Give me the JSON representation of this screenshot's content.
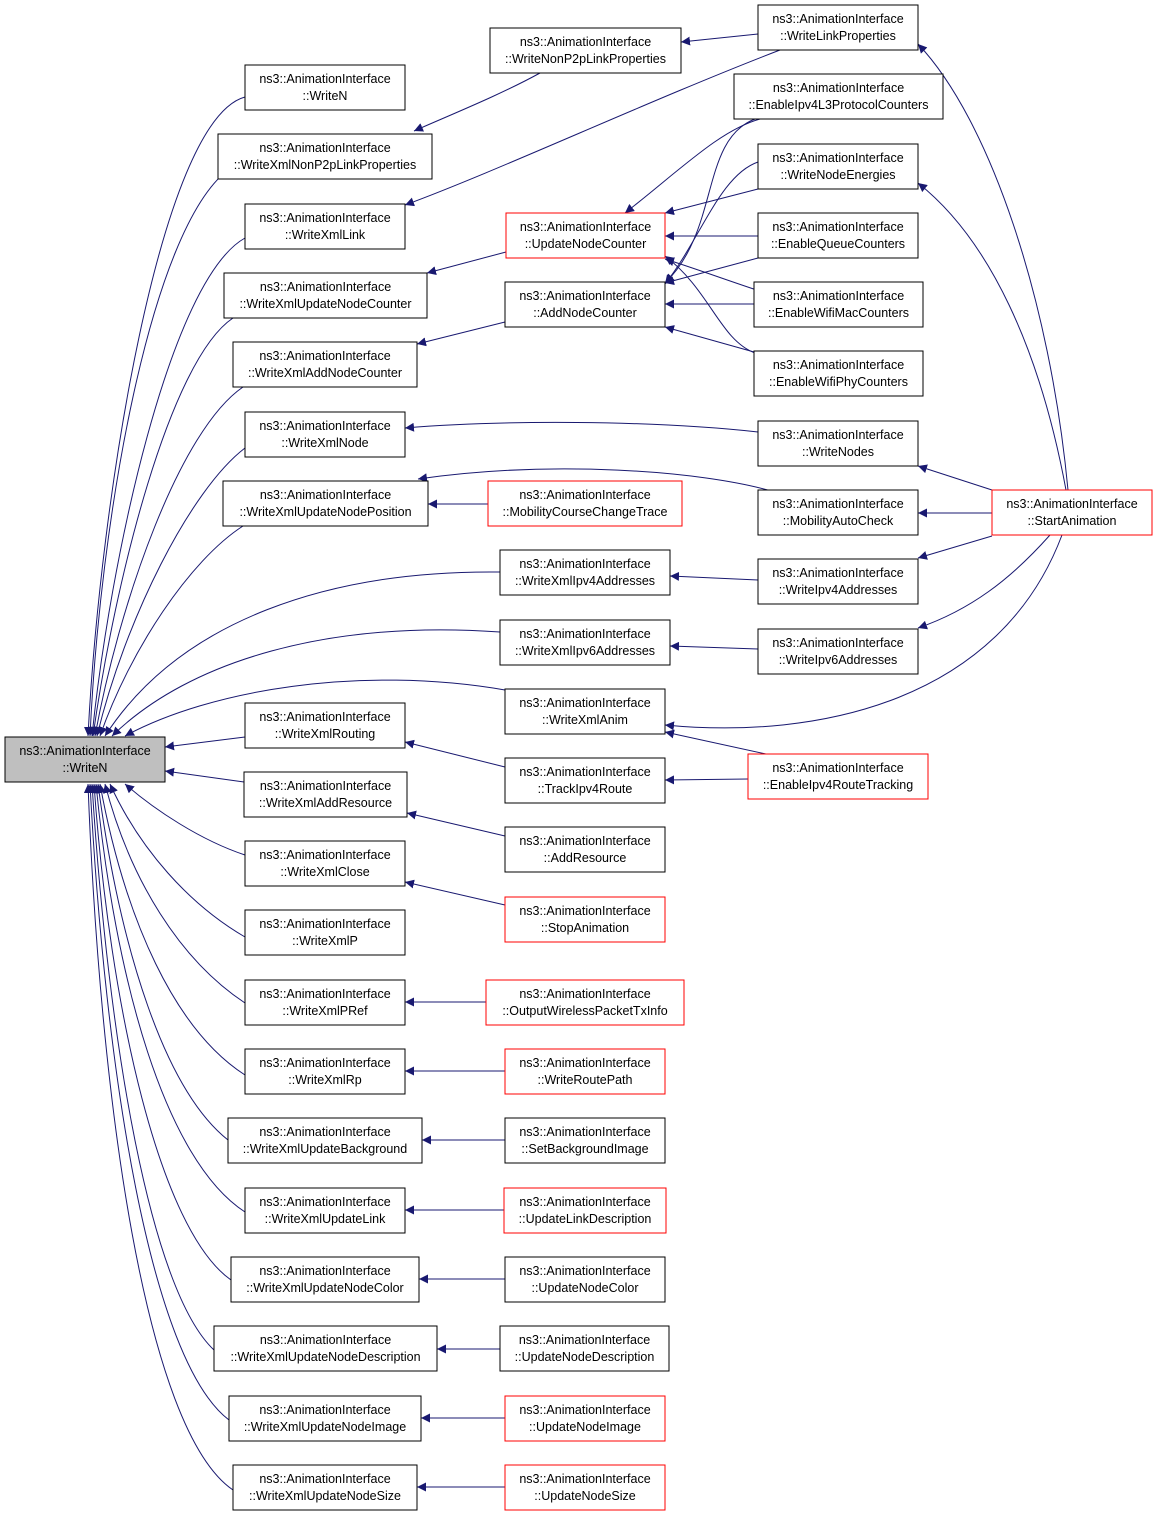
{
  "graph": {
    "root": "ns3::AnimationInterface\n::WriteN",
    "nodes": {
      "WriteN": {
        "label": "ns3::AnimationInterface\n::WriteN",
        "style": "root"
      },
      "WriteN2": {
        "label": "ns3::AnimationInterface\n::WriteN",
        "style": "normal"
      },
      "WriteXmlNonP2pLinkProperties": {
        "label": "ns3::AnimationInterface\n::WriteXmlNonP2pLinkProperties",
        "style": "normal"
      },
      "WriteXmlLink": {
        "label": "ns3::AnimationInterface\n::WriteXmlLink",
        "style": "normal"
      },
      "WriteXmlUpdateNodeCounter": {
        "label": "ns3::AnimationInterface\n::WriteXmlUpdateNodeCounter",
        "style": "normal"
      },
      "WriteXmlAddNodeCounter": {
        "label": "ns3::AnimationInterface\n::WriteXmlAddNodeCounter",
        "style": "normal"
      },
      "WriteXmlNode": {
        "label": "ns3::AnimationInterface\n::WriteXmlNode",
        "style": "normal"
      },
      "WriteXmlUpdateNodePosition": {
        "label": "ns3::AnimationInterface\n::WriteXmlUpdateNodePosition",
        "style": "normal"
      },
      "WriteXmlRouting": {
        "label": "ns3::AnimationInterface\n::WriteXmlRouting",
        "style": "normal"
      },
      "WriteXmlAddResource": {
        "label": "ns3::AnimationInterface\n::WriteXmlAddResource",
        "style": "normal"
      },
      "WriteXmlClose": {
        "label": "ns3::AnimationInterface\n::WriteXmlClose",
        "style": "normal"
      },
      "WriteXmlP": {
        "label": "ns3::AnimationInterface\n::WriteXmlP",
        "style": "normal"
      },
      "WriteXmlPRef": {
        "label": "ns3::AnimationInterface\n::WriteXmlPRef",
        "style": "normal"
      },
      "WriteXmlRp": {
        "label": "ns3::AnimationInterface\n::WriteXmlRp",
        "style": "normal"
      },
      "WriteXmlUpdateBackground": {
        "label": "ns3::AnimationInterface\n::WriteXmlUpdateBackground",
        "style": "normal"
      },
      "WriteXmlUpdateLink": {
        "label": "ns3::AnimationInterface\n::WriteXmlUpdateLink",
        "style": "normal"
      },
      "WriteXmlUpdateNodeColor": {
        "label": "ns3::AnimationInterface\n::WriteXmlUpdateNodeColor",
        "style": "normal"
      },
      "WriteXmlUpdateNodeDescription": {
        "label": "ns3::AnimationInterface\n::WriteXmlUpdateNodeDescription",
        "style": "normal"
      },
      "WriteXmlUpdateNodeImage": {
        "label": "ns3::AnimationInterface\n::WriteXmlUpdateNodeImage",
        "style": "normal"
      },
      "WriteXmlUpdateNodeSize": {
        "label": "ns3::AnimationInterface\n::WriteXmlUpdateNodeSize",
        "style": "normal"
      },
      "WriteNonP2pLinkProperties": {
        "label": "ns3::AnimationInterface\n::WriteNonP2pLinkProperties",
        "style": "normal"
      },
      "UpdateNodeCounter": {
        "label": "ns3::AnimationInterface\n::UpdateNodeCounter",
        "style": "red"
      },
      "AddNodeCounter": {
        "label": "ns3::AnimationInterface\n::AddNodeCounter",
        "style": "normal"
      },
      "MobilityCourseChangeTrace": {
        "label": "ns3::AnimationInterface\n::MobilityCourseChangeTrace",
        "style": "red"
      },
      "WriteXmlIpv4Addresses": {
        "label": "ns3::AnimationInterface\n::WriteXmlIpv4Addresses",
        "style": "normal"
      },
      "WriteXmlIpv6Addresses": {
        "label": "ns3::AnimationInterface\n::WriteXmlIpv6Addresses",
        "style": "normal"
      },
      "WriteXmlAnim": {
        "label": "ns3::AnimationInterface\n::WriteXmlAnim",
        "style": "normal"
      },
      "TrackIpv4Route": {
        "label": "ns3::AnimationInterface\n::TrackIpv4Route",
        "style": "normal"
      },
      "AddResource": {
        "label": "ns3::AnimationInterface\n::AddResource",
        "style": "normal"
      },
      "StopAnimation": {
        "label": "ns3::AnimationInterface\n::StopAnimation",
        "style": "red"
      },
      "OutputWirelessPacketTxInfo": {
        "label": "ns3::AnimationInterface\n::OutputWirelessPacketTxInfo",
        "style": "red"
      },
      "WriteRoutePath": {
        "label": "ns3::AnimationInterface\n::WriteRoutePath",
        "style": "red"
      },
      "SetBackgroundImage": {
        "label": "ns3::AnimationInterface\n::SetBackgroundImage",
        "style": "normal"
      },
      "UpdateLinkDescription": {
        "label": "ns3::AnimationInterface\n::UpdateLinkDescription",
        "style": "red"
      },
      "UpdateNodeColor": {
        "label": "ns3::AnimationInterface\n::UpdateNodeColor",
        "style": "normal"
      },
      "UpdateNodeDescription": {
        "label": "ns3::AnimationInterface\n::UpdateNodeDescription",
        "style": "normal"
      },
      "UpdateNodeImage": {
        "label": "ns3::AnimationInterface\n::UpdateNodeImage",
        "style": "red"
      },
      "UpdateNodeSize": {
        "label": "ns3::AnimationInterface\n::UpdateNodeSize",
        "style": "red"
      },
      "WriteLinkProperties": {
        "label": "ns3::AnimationInterface\n::WriteLinkProperties",
        "style": "normal"
      },
      "EnableIpv4L3ProtocolCounters": {
        "label": "ns3::AnimationInterface\n::EnableIpv4L3ProtocolCounters",
        "style": "normal"
      },
      "WriteNodeEnergies": {
        "label": "ns3::AnimationInterface\n::WriteNodeEnergies",
        "style": "normal"
      },
      "EnableQueueCounters": {
        "label": "ns3::AnimationInterface\n::EnableQueueCounters",
        "style": "normal"
      },
      "EnableWifiMacCounters": {
        "label": "ns3::AnimationInterface\n::EnableWifiMacCounters",
        "style": "normal"
      },
      "EnableWifiPhyCounters": {
        "label": "ns3::AnimationInterface\n::EnableWifiPhyCounters",
        "style": "normal"
      },
      "WriteNodes": {
        "label": "ns3::AnimationInterface\n::WriteNodes",
        "style": "normal"
      },
      "MobilityAutoCheck": {
        "label": "ns3::AnimationInterface\n::MobilityAutoCheck",
        "style": "normal"
      },
      "WriteIpv4Addresses": {
        "label": "ns3::AnimationInterface\n::WriteIpv4Addresses",
        "style": "normal"
      },
      "WriteIpv6Addresses": {
        "label": "ns3::AnimationInterface\n::WriteIpv6Addresses",
        "style": "normal"
      },
      "EnableIpv4RouteTracking": {
        "label": "ns3::AnimationInterface\n::EnableIpv4RouteTracking",
        "style": "red"
      },
      "StartAnimation": {
        "label": "ns3::AnimationInterface\n::StartAnimation",
        "style": "red"
      }
    },
    "edges": [
      [
        "WriteN2",
        "WriteN"
      ],
      [
        "WriteXmlNonP2pLinkProperties",
        "WriteN"
      ],
      [
        "WriteXmlLink",
        "WriteN"
      ],
      [
        "WriteXmlUpdateNodeCounter",
        "WriteN"
      ],
      [
        "WriteXmlAddNodeCounter",
        "WriteN"
      ],
      [
        "WriteXmlNode",
        "WriteN"
      ],
      [
        "WriteXmlUpdateNodePosition",
        "WriteN"
      ],
      [
        "WriteXmlIpv4Addresses",
        "WriteN"
      ],
      [
        "WriteXmlIpv6Addresses",
        "WriteN"
      ],
      [
        "WriteXmlAnim",
        "WriteN"
      ],
      [
        "WriteXmlRouting",
        "WriteN"
      ],
      [
        "WriteXmlAddResource",
        "WriteN"
      ],
      [
        "WriteXmlClose",
        "WriteN"
      ],
      [
        "WriteXmlP",
        "WriteN"
      ],
      [
        "WriteXmlPRef",
        "WriteN"
      ],
      [
        "WriteXmlRp",
        "WriteN"
      ],
      [
        "WriteXmlUpdateBackground",
        "WriteN"
      ],
      [
        "WriteXmlUpdateLink",
        "WriteN"
      ],
      [
        "WriteXmlUpdateNodeColor",
        "WriteN"
      ],
      [
        "WriteXmlUpdateNodeDescription",
        "WriteN"
      ],
      [
        "WriteXmlUpdateNodeImage",
        "WriteN"
      ],
      [
        "WriteXmlUpdateNodeSize",
        "WriteN"
      ],
      [
        "WriteNonP2pLinkProperties",
        "WriteXmlNonP2pLinkProperties"
      ],
      [
        "WriteLinkProperties",
        "WriteXmlLink"
      ],
      [
        "WriteLinkProperties",
        "WriteNonP2pLinkProperties"
      ],
      [
        "UpdateNodeCounter",
        "WriteXmlUpdateNodeCounter"
      ],
      [
        "AddNodeCounter",
        "WriteXmlAddNodeCounter"
      ],
      [
        "WriteNodes",
        "WriteXmlNode"
      ],
      [
        "MobilityCourseChangeTrace",
        "WriteXmlUpdateNodePosition"
      ],
      [
        "MobilityAutoCheck",
        "WriteXmlUpdateNodePosition"
      ],
      [
        "WriteIpv4Addresses",
        "WriteXmlIpv4Addresses"
      ],
      [
        "WriteIpv6Addresses",
        "WriteXmlIpv6Addresses"
      ],
      [
        "StartAnimation",
        "WriteXmlAnim"
      ],
      [
        "EnableIpv4RouteTracking",
        "WriteXmlAnim"
      ],
      [
        "TrackIpv4Route",
        "WriteXmlRouting"
      ],
      [
        "EnableIpv4RouteTracking",
        "TrackIpv4Route"
      ],
      [
        "AddResource",
        "WriteXmlAddResource"
      ],
      [
        "StopAnimation",
        "WriteXmlClose"
      ],
      [
        "OutputWirelessPacketTxInfo",
        "WriteXmlPRef"
      ],
      [
        "WriteRoutePath",
        "WriteXmlRp"
      ],
      [
        "SetBackgroundImage",
        "WriteXmlUpdateBackground"
      ],
      [
        "UpdateLinkDescription",
        "WriteXmlUpdateLink"
      ],
      [
        "UpdateNodeColor",
        "WriteXmlUpdateNodeColor"
      ],
      [
        "UpdateNodeDescription",
        "WriteXmlUpdateNodeDescription"
      ],
      [
        "UpdateNodeImage",
        "WriteXmlUpdateNodeImage"
      ],
      [
        "UpdateNodeSize",
        "WriteXmlUpdateNodeSize"
      ],
      [
        "EnableIpv4L3ProtocolCounters",
        "UpdateNodeCounter"
      ],
      [
        "WriteNodeEnergies",
        "UpdateNodeCounter"
      ],
      [
        "EnableQueueCounters",
        "UpdateNodeCounter"
      ],
      [
        "EnableWifiMacCounters",
        "UpdateNodeCounter"
      ],
      [
        "EnableWifiPhyCounters",
        "UpdateNodeCounter"
      ],
      [
        "EnableIpv4L3ProtocolCounters",
        "AddNodeCounter"
      ],
      [
        "WriteNodeEnergies",
        "AddNodeCounter"
      ],
      [
        "EnableQueueCounters",
        "AddNodeCounter"
      ],
      [
        "EnableWifiMacCounters",
        "AddNodeCounter"
      ],
      [
        "EnableWifiPhyCounters",
        "AddNodeCounter"
      ],
      [
        "StartAnimation",
        "WriteLinkProperties"
      ],
      [
        "StartAnimation",
        "WriteNodeEnergies"
      ],
      [
        "StartAnimation",
        "WriteNodes"
      ],
      [
        "StartAnimation",
        "MobilityAutoCheck"
      ],
      [
        "StartAnimation",
        "WriteIpv4Addresses"
      ],
      [
        "StartAnimation",
        "WriteIpv6Addresses"
      ]
    ],
    "colors": {
      "edge": "#191970",
      "node_border": "#000000",
      "node_border_highlight": "#ff0000",
      "root_fill": "#bfbfbf"
    }
  }
}
